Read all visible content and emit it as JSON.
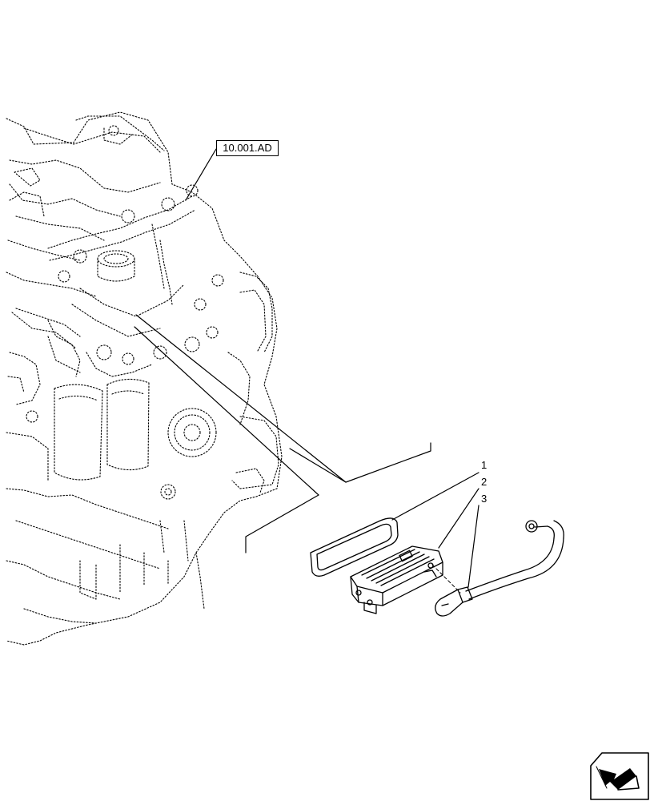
{
  "reference": {
    "label": "10.001.AD"
  },
  "callouts": [
    "1",
    "2",
    "3"
  ]
}
